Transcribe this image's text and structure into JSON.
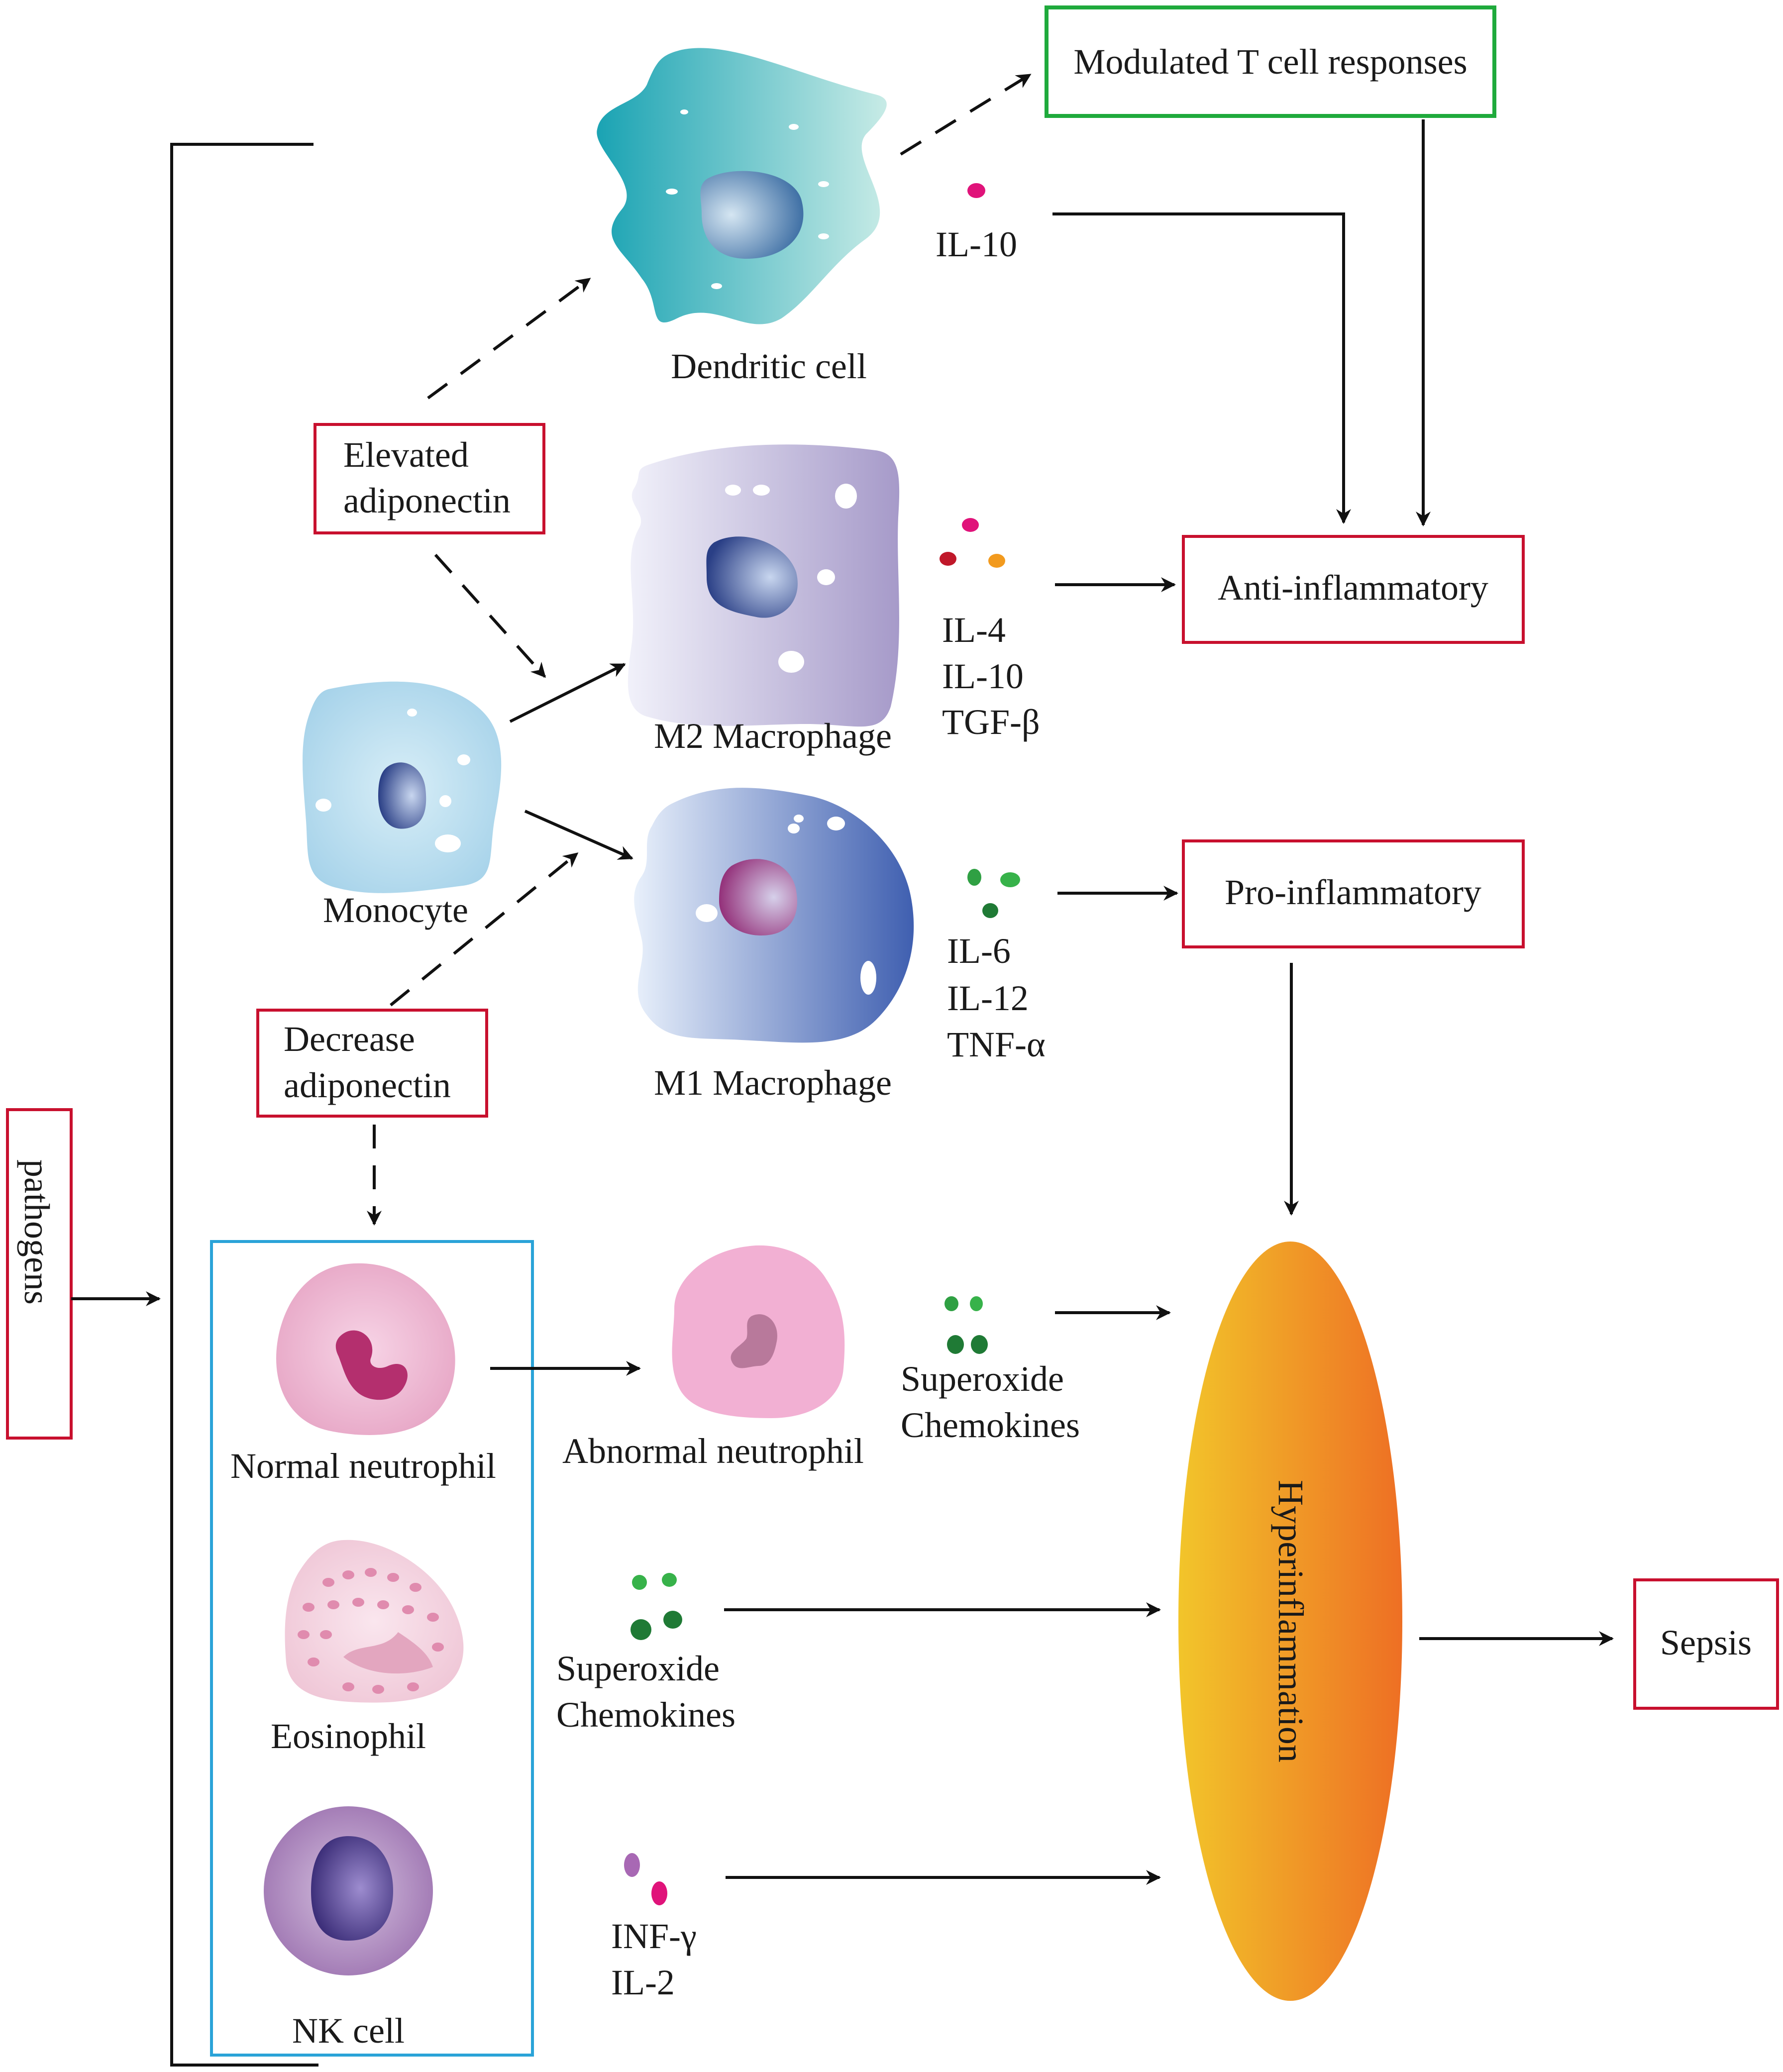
{
  "labels": {
    "modulated_t_cell": "Modulated T cell responses",
    "il10_dendritic": "IL-10",
    "dendritic_cell": "Dendritic cell",
    "elevated_adiponectin_1": "Elevated",
    "elevated_adiponectin_2": "adiponectin",
    "anti_inflammatory": "Anti-inflammatory",
    "m2_macrophage": "M2 Macrophage",
    "m2_cytokines": [
      "IL-4",
      "IL-10",
      "TGF-β"
    ],
    "monocyte": "Monocyte",
    "m1_macrophage": "M1 Macrophage",
    "m1_cytokines": [
      "IL-6",
      "IL-12",
      "TNF-α"
    ],
    "pro_inflammatory": "Pro-inflammatory",
    "decrease_adiponectin_1": "Decrease",
    "decrease_adiponectin_2": "adiponectin",
    "pathogens": "pathogens",
    "normal_neutrophil": "Normal neutrophil",
    "abnormal_neutrophil": "Abnormal neutrophil",
    "neutrophil_products": [
      "Superoxide",
      "Chemokines"
    ],
    "eosinophil": "Eosinophil",
    "eosinophil_products": [
      "Superoxide",
      "Chemokines"
    ],
    "nk_cell": "NK cell",
    "nk_products": [
      "INF-γ",
      "IL-2"
    ],
    "hyperinflammation": "Hyperinflammation",
    "sepsis": "Sepsis"
  },
  "colors": {
    "red_box": "#c8102e",
    "green_box": "#1faa3c",
    "blue_box": "#2aa3d8",
    "hyper_start": "#f2c52a",
    "hyper_end": "#ee6f24"
  }
}
